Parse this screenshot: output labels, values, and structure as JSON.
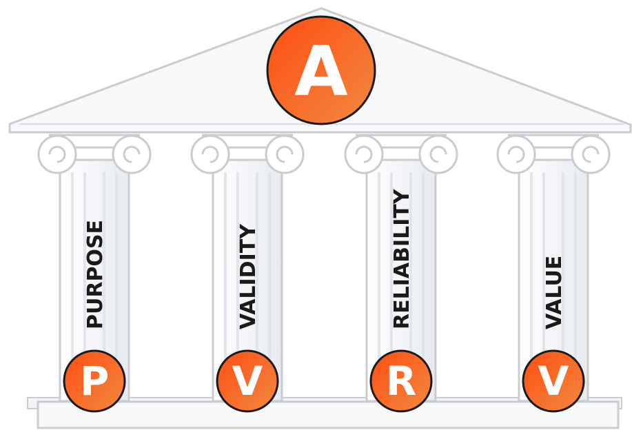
{
  "colors": {
    "stone_fill": "#f7f8fa",
    "stone_shadow": "#e6e9ee",
    "stone_stroke": "#c9ccd1",
    "badge_orange": "#ff5a1a",
    "badge_orange_light": "#f08a40",
    "badge_stroke": "#1a1a1a",
    "text_dark": "#1a1a1a"
  },
  "roof": {
    "letter": "A"
  },
  "pillars": [
    {
      "label": "PURPOSE",
      "letter": "P"
    },
    {
      "label": "VALIDITY",
      "letter": "V"
    },
    {
      "label": "RELIABILITY",
      "letter": "R"
    },
    {
      "label": "VALUE",
      "letter": "V"
    }
  ]
}
